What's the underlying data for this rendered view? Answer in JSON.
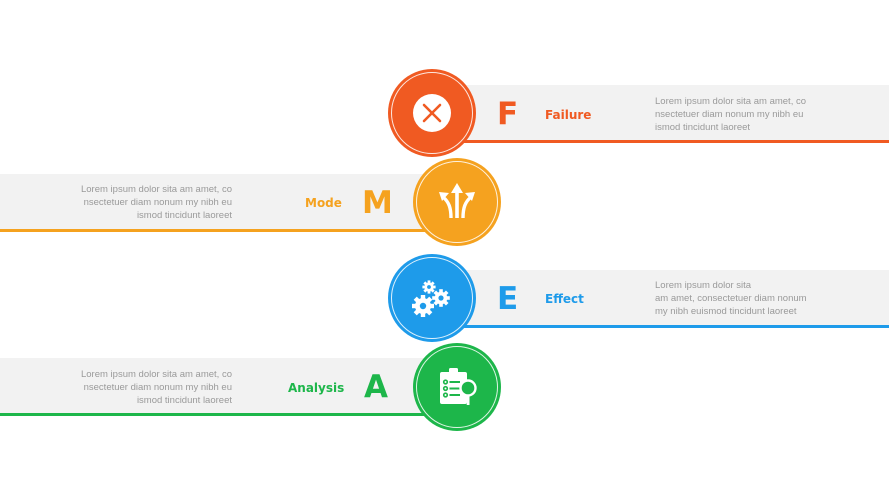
{
  "colors": {
    "failure": "#F05A22",
    "mode": "#F5A21F",
    "effect": "#1E9BEA",
    "analysis": "#1DB64A",
    "bar_background": "#F2F2F2",
    "body_text": "#9A9A9A"
  },
  "steps": [
    {
      "letter": "F",
      "label": "Failure",
      "icon": "close-x-icon",
      "side": "right",
      "description_lines": [
        "Lorem ipsum dolor sita am amet, co",
        "nsectetuer diam nonum my nibh eu",
        "ismod tincidunt laoreet"
      ]
    },
    {
      "letter": "M",
      "label": "Mode",
      "icon": "split-arrows-icon",
      "side": "left",
      "description_lines": [
        "Lorem ipsum dolor sita am amet, co",
        "nsectetuer diam nonum my nibh eu",
        "ismod tincidunt laoreet"
      ]
    },
    {
      "letter": "E",
      "label": "Effect",
      "icon": "gears-icon",
      "side": "right",
      "description_lines": [
        "Lorem ipsum dolor sita",
        "am amet, consectetuer diam nonum",
        "my nibh euismod tincidunt laoreet"
      ]
    },
    {
      "letter": "A",
      "label": "Analysis",
      "icon": "clipboard-search-icon",
      "side": "left",
      "description_lines": [
        "Lorem ipsum dolor sita am amet, co",
        "nsectetuer diam nonum my nibh eu",
        "ismod tincidunt laoreet"
      ]
    }
  ]
}
